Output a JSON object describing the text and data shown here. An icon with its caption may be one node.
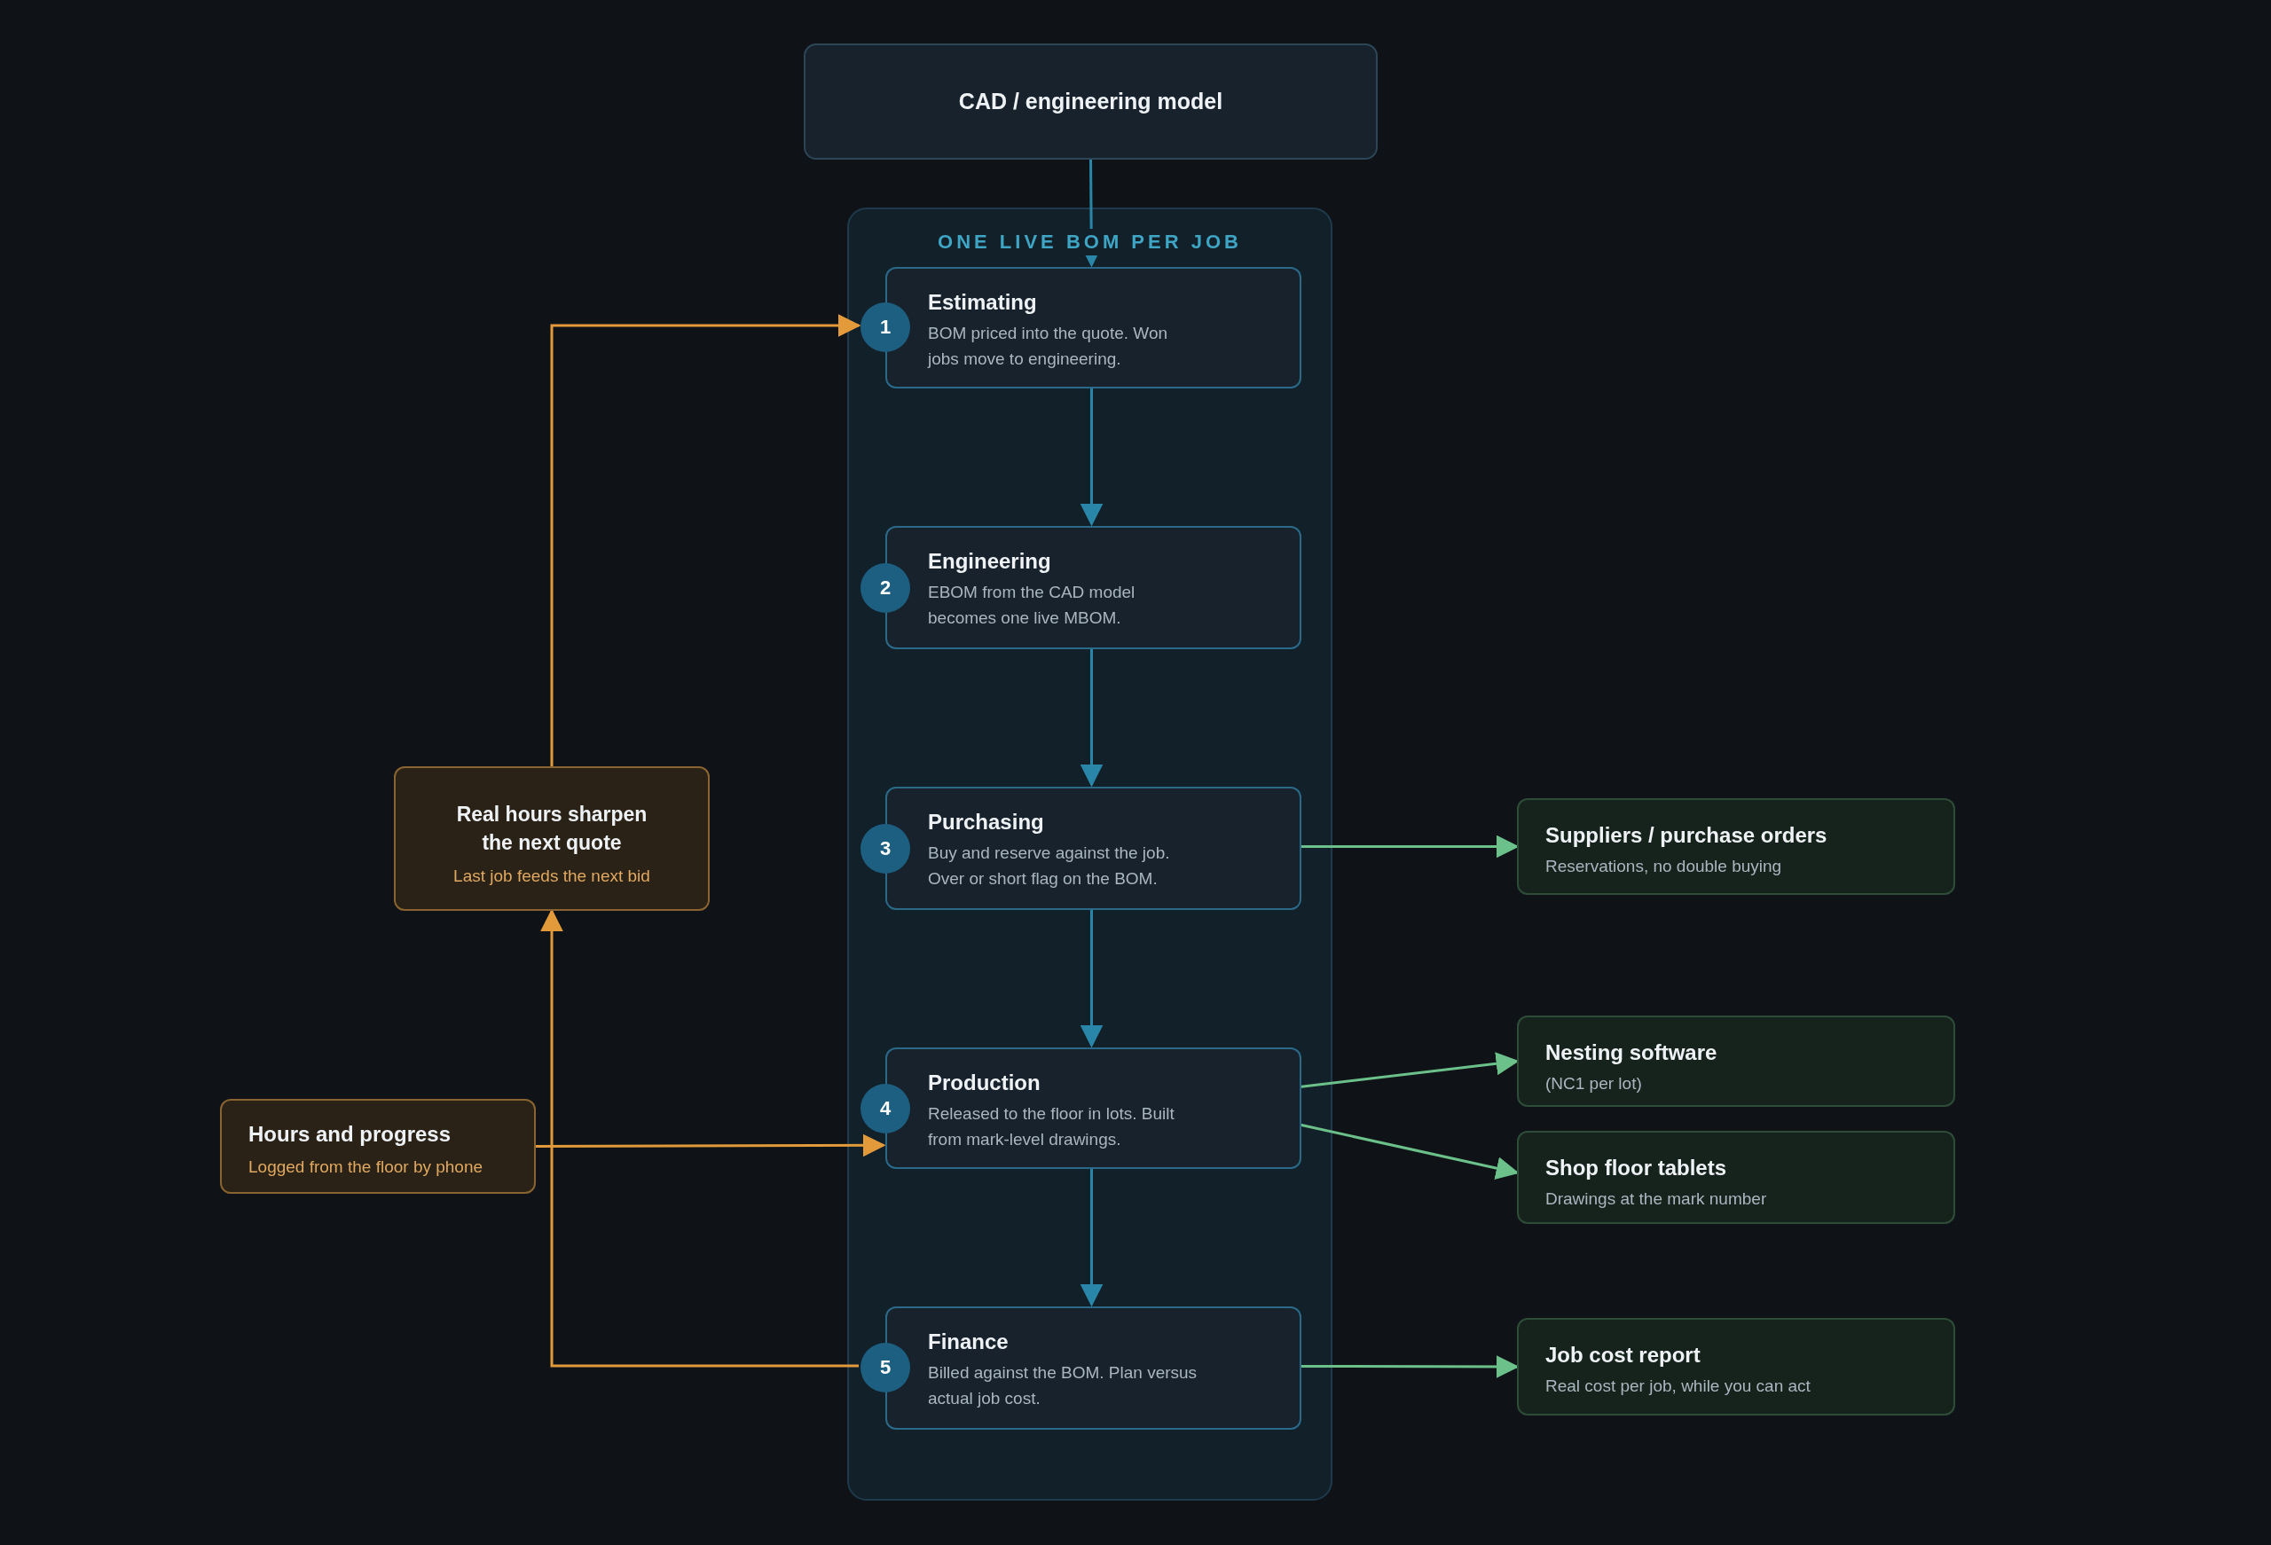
{
  "diagram": {
    "nodes": [
      {
        "text": [
          "CAD / engineering model"
        ]
      },
      {
        "text": [
          "ONE LIVE BOM PER JOB"
        ]
      },
      {
        "text": [
          "Estimating",
          "BOM priced into the quote. Won jobs move to engineering."
        ],
        "in": 1
      },
      {
        "text": [
          "1"
        ],
        "in": 1
      },
      {
        "text": [
          "Engineering",
          "EBOM from the CAD model becomes one live MBOM."
        ],
        "in": 1
      },
      {
        "text": [
          "2"
        ],
        "in": 1
      },
      {
        "text": [
          "Purchasing",
          "Buy and reserve against the job. Over or short flag on the BOM."
        ],
        "in": 1
      },
      {
        "text": [
          "3"
        ],
        "in": 1
      },
      {
        "text": [
          "Production",
          "Released to the floor in lots. Built from mark-level drawings."
        ],
        "in": 1
      },
      {
        "text": [
          "4"
        ],
        "in": 1
      },
      {
        "text": [
          "Finance",
          "Billed against the BOM. Plan versus actual job cost."
        ],
        "in": 1
      },
      {
        "text": [
          "5"
        ],
        "in": 1
      },
      {
        "text": [
          "Real hours sharpen the next quote",
          "Last job feeds the next bid"
        ]
      },
      {
        "text": [
          "Hours and progress",
          "Logged from the floor by phone"
        ]
      },
      {
        "text": [
          "Suppliers / purchase orders",
          "Reservations, no double buying"
        ]
      },
      {
        "text": [
          "Nesting software",
          "(NC1 per lot)"
        ]
      },
      {
        "text": [
          "Shop floor tablets",
          "Drawings at the mark number"
        ]
      },
      {
        "text": [
          "Job cost report",
          "Real cost per job, while you can act"
        ]
      }
    ],
    "edges": [
      {
        "from": 0,
        "to": 2,
        "arrow": "to"
      },
      {
        "from": 2,
        "to": 4,
        "arrow": "to"
      },
      {
        "from": 4,
        "to": 6,
        "arrow": "to"
      },
      {
        "from": 6,
        "to": 8,
        "arrow": "to"
      },
      {
        "from": 8,
        "to": 10,
        "arrow": "to"
      },
      {
        "from": 6,
        "to": 14,
        "arrow": "to",
        "color": "#6cc08a"
      },
      {
        "from": 8,
        "to": 15,
        "arrow": "to",
        "color": "#6cc08a"
      },
      {
        "from": 8,
        "to": 16,
        "arrow": "to",
        "color": "#6cc08a"
      },
      {
        "from": 10,
        "to": 17,
        "arrow": "to",
        "color": "#6cc08a"
      },
      {
        "from": 11,
        "to": 12,
        "arrow": "to",
        "color": "#e39a3b"
      },
      {
        "from": 12,
        "to": 3,
        "arrow": "to",
        "color": "#e39a3b"
      },
      {
        "from": 13,
        "to": 8,
        "arrow": "to",
        "color": "#e39a3b"
      }
    ]
  }
}
